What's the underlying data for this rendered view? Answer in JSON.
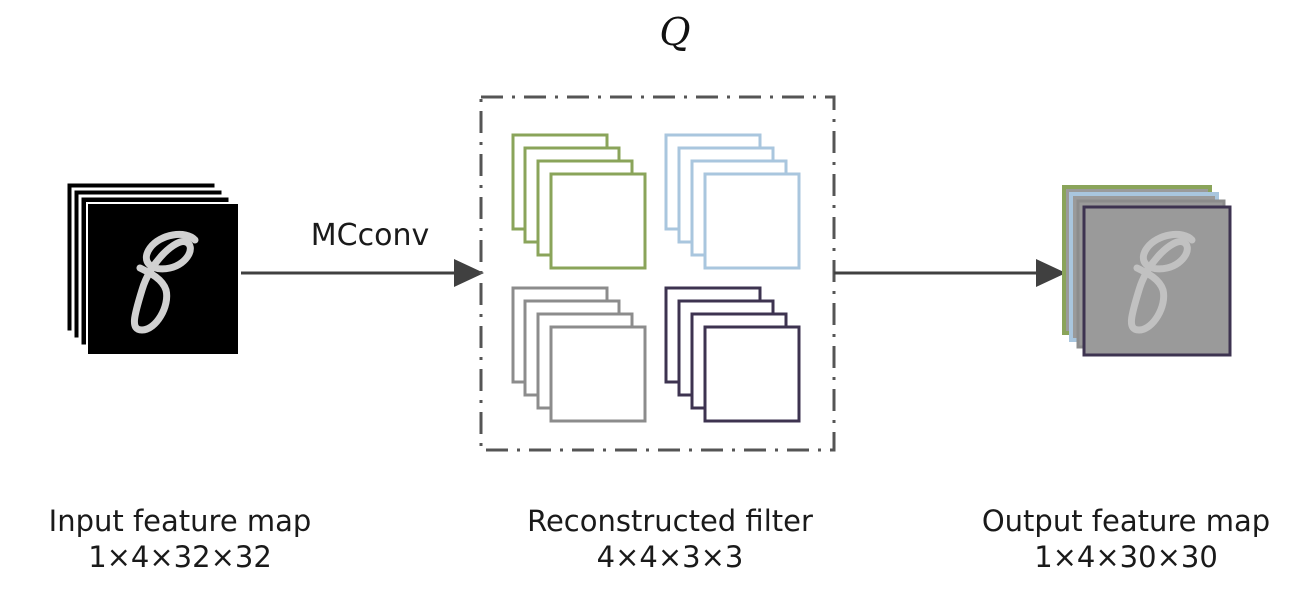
{
  "q_label": "Q",
  "operation_label": "MCconv",
  "captions": {
    "input": {
      "title": "Input feature map",
      "dims": "1×4×32×32"
    },
    "filter": {
      "title": "Reconstructed filter",
      "dims": "4×4×3×3"
    },
    "output": {
      "title": "Output feature map",
      "dims": "1×4×30×30"
    }
  },
  "colors": {
    "green": "#8aa45a",
    "light_blue": "#a9c6de",
    "gray": "#8c8c8c",
    "dark_purple": "#3d3350",
    "arrow": "#404040",
    "dashed_border": "#555555"
  }
}
